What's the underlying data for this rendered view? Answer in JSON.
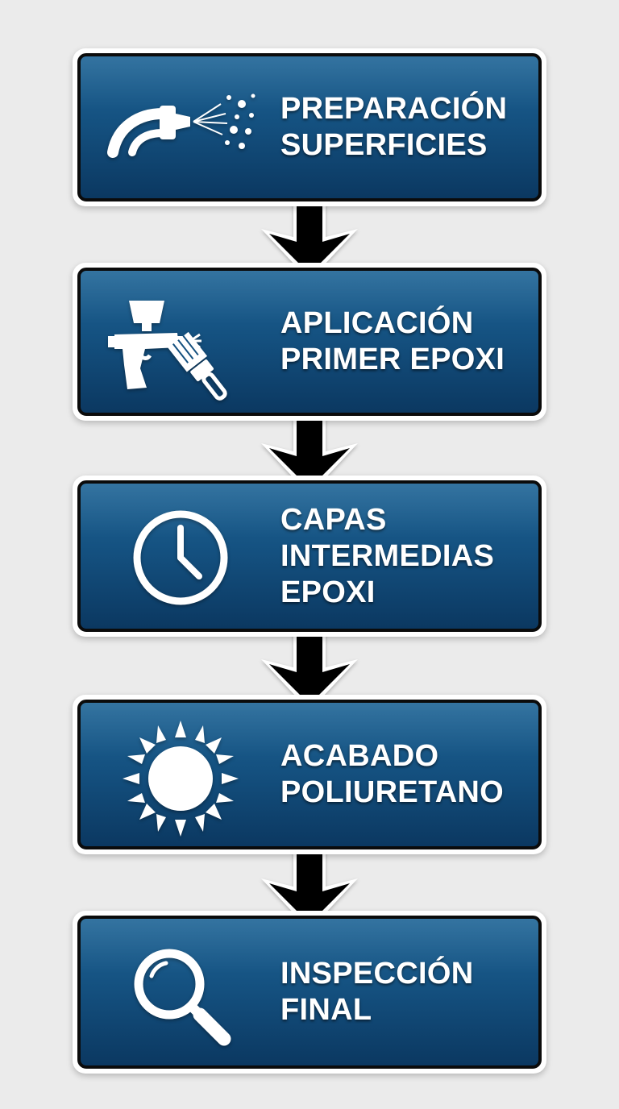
{
  "colors": {
    "background": "#ebebeb",
    "box_gradient_top": "#1d6496",
    "box_gradient_bottom": "#0b3861",
    "box_border": "#0b0b0b",
    "box_outline": "#ffffff",
    "text": "#ffffff",
    "arrow": "#000000"
  },
  "steps": [
    {
      "icon": "hose-spray-icon",
      "lines": [
        "PREPARACIÓN",
        "SUPERFICIES"
      ]
    },
    {
      "icon": "spray-gun-brush-icon",
      "lines": [
        "APLICACIÓN",
        "PRIMER EPOXI"
      ]
    },
    {
      "icon": "clock-icon",
      "lines": [
        "CAPAS",
        "INTERMEDIAS",
        "EPOXI"
      ]
    },
    {
      "icon": "sun-icon",
      "lines": [
        "ACABADO",
        "POLIURETANO"
      ]
    },
    {
      "icon": "magnifier-icon",
      "lines": [
        "INSPECCIÓN",
        "FINAL"
      ]
    }
  ]
}
